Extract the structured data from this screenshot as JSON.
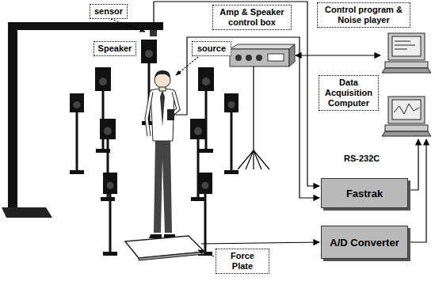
{
  "diagram": {
    "nodes": [
      {
        "text": [
          "sensor"
        ]
      },
      {
        "text": [
          "Amp & Speaker control box"
        ]
      },
      {
        "text": [
          "Control program & Noise player"
        ]
      },
      {
        "text": [
          "Speaker"
        ]
      },
      {
        "text": [
          "source"
        ]
      },
      {
        "text": [
          "Data Acquisition Computer"
        ]
      },
      {
        "text": [
          "Fastrak"
        ]
      },
      {
        "text": [
          "A/D Converter"
        ]
      },
      {
        "text": [
          "Force Plate"
        ]
      }
    ],
    "labels": [
      "RS-232C"
    ]
  }
}
